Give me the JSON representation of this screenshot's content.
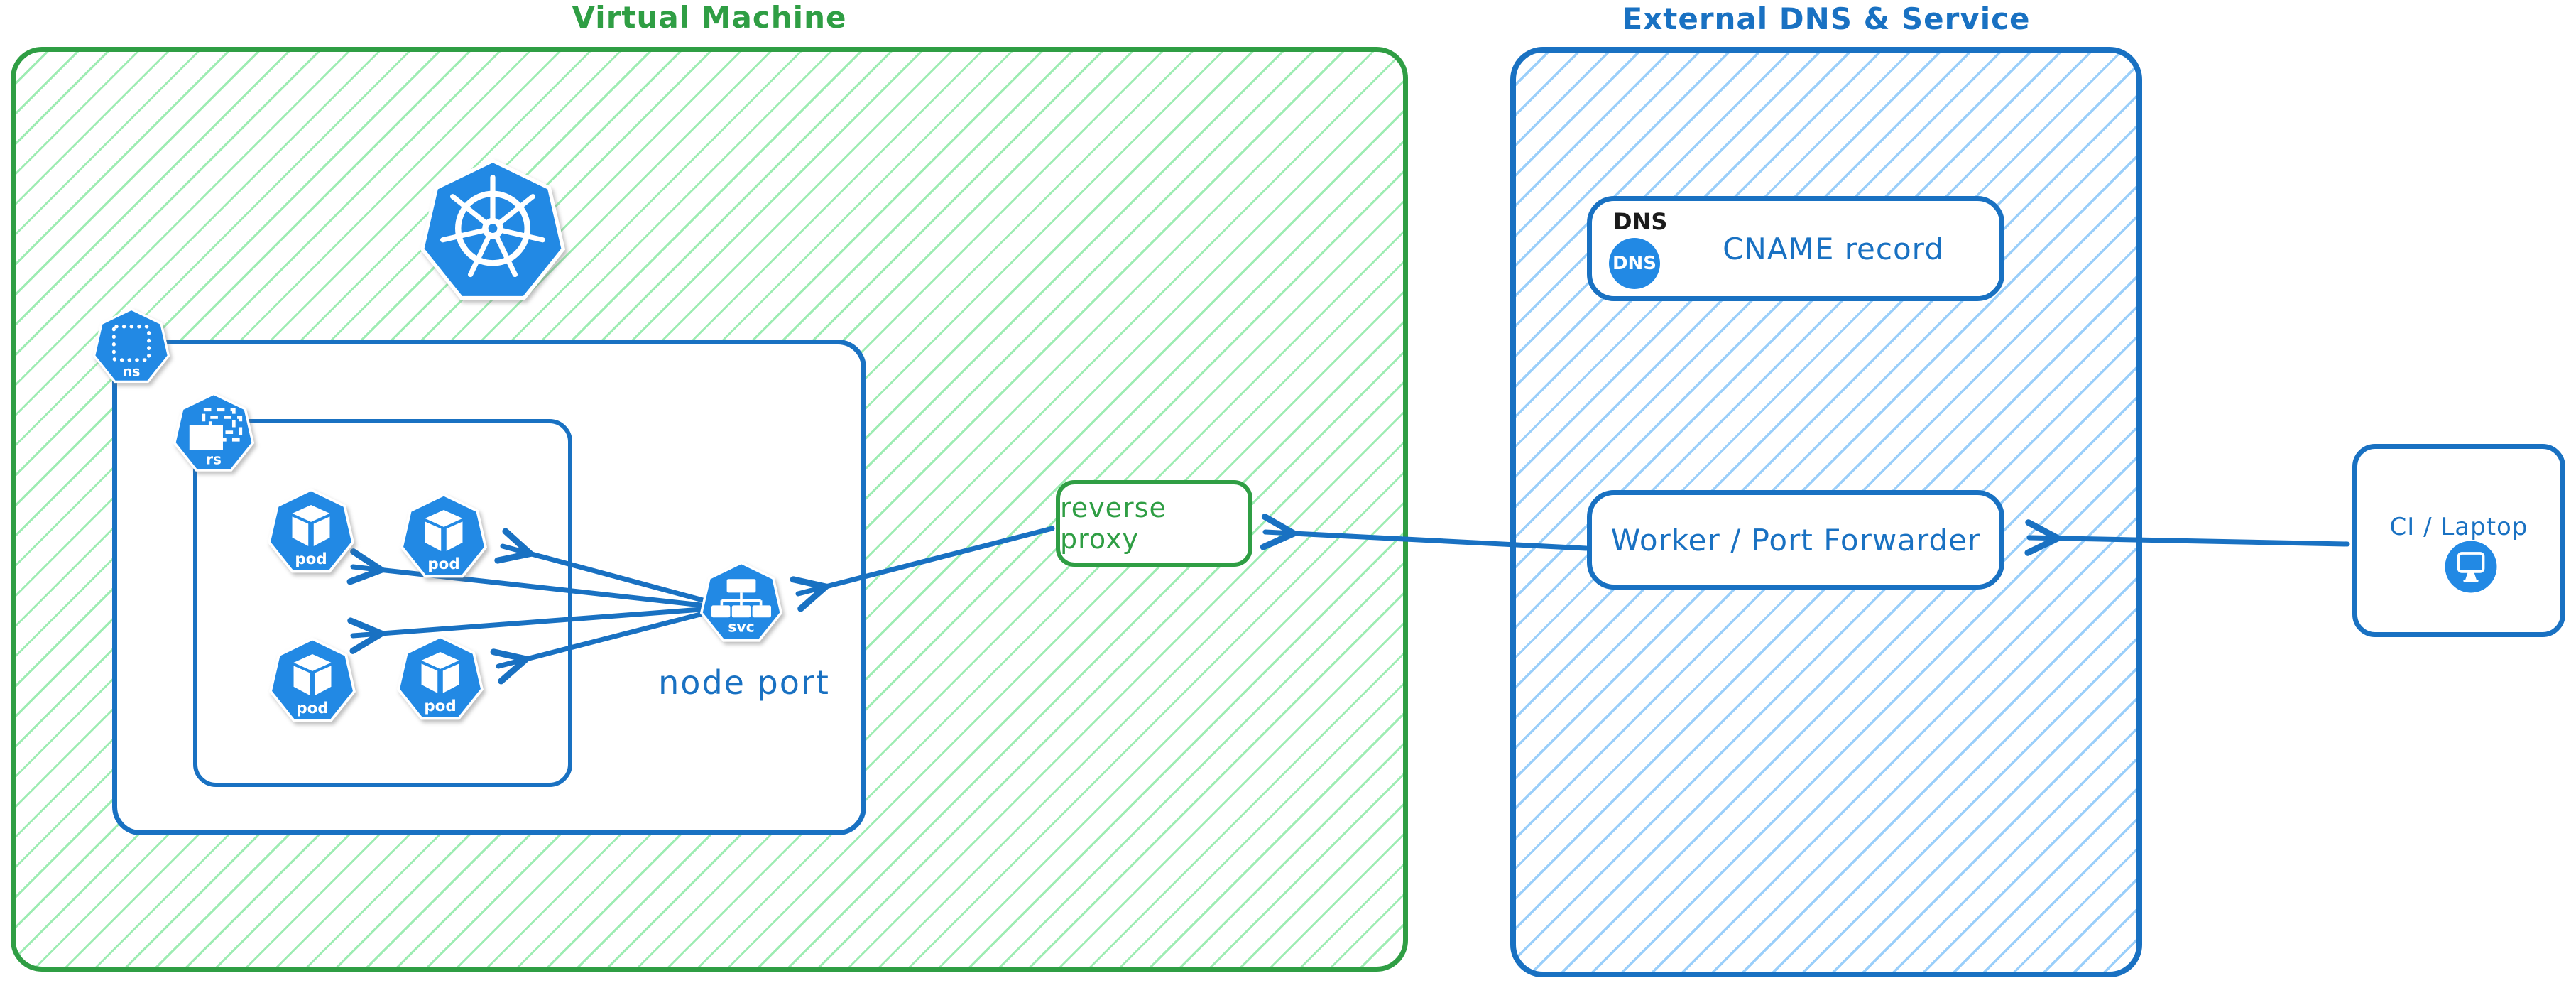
{
  "colors": {
    "green": "#2f9e44",
    "green_hatch": "#8de9a6",
    "blue": "#1971c2",
    "blue_hatch": "#90caf9",
    "icon_blue": "#2289e4",
    "black_text": "#1b1b1b"
  },
  "vm_group": {
    "title": "Virtual Machine"
  },
  "external_group": {
    "title": "External DNS & Service"
  },
  "kubernetes": {
    "namespace_label": "ns",
    "replicaset_label": "rs",
    "service_label": "svc",
    "pod_labels": [
      "pod",
      "pod",
      "pod",
      "pod"
    ],
    "node_port_caption": "node port"
  },
  "reverse_proxy": {
    "label": "reverse proxy"
  },
  "dns": {
    "heading": "DNS",
    "icon_text": "DNS",
    "record_label": "CNAME record"
  },
  "worker": {
    "label": "Worker / Port Forwarder"
  },
  "ci": {
    "label": "CI / Laptop"
  },
  "connections": [
    {
      "from": "ci-laptop",
      "to": "worker-port-forwarder"
    },
    {
      "from": "worker-port-forwarder",
      "to": "reverse-proxy"
    },
    {
      "from": "reverse-proxy",
      "to": "node-port-service"
    },
    {
      "from": "node-port-service",
      "to": "pod-1"
    },
    {
      "from": "node-port-service",
      "to": "pod-2"
    },
    {
      "from": "node-port-service",
      "to": "pod-3"
    },
    {
      "from": "node-port-service",
      "to": "pod-4"
    }
  ]
}
